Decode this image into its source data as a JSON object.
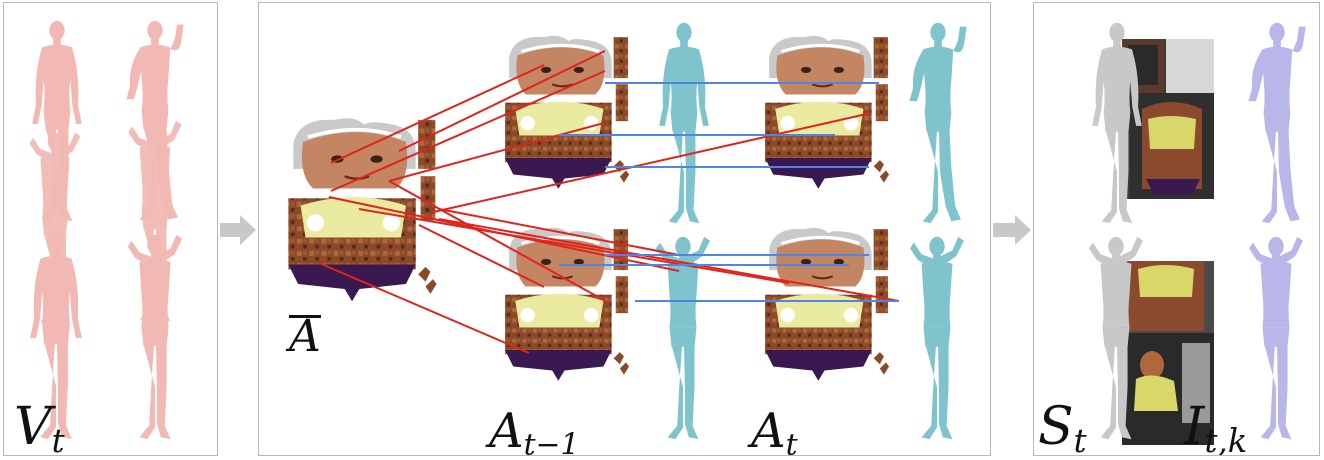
{
  "labels": {
    "vertices": "V",
    "vertices_sub": "t",
    "avg_atlas": "A",
    "atlas_prev": "A",
    "atlas_prev_sub": "t−1",
    "atlas_cur": "A",
    "atlas_cur_sub": "t",
    "segmentation": "S",
    "segmentation_sub": "t",
    "image": "I",
    "image_sub": "t,k"
  },
  "colors": {
    "mesh_pink": "#f2b9b4",
    "mesh_teal": "#7fc3cd",
    "mesh_gray": "#c8c8c8",
    "mesh_lavender": "#b9b6ea",
    "correspondence_red": "#e0241b",
    "correspondence_blue": "#4f86e6",
    "arrow_gray": "#c8c8c8",
    "panel_border": "#b8b8b8"
  },
  "icons": [
    "arrow-right-icon",
    "human-mesh-icon",
    "texture-atlas-icon"
  ]
}
